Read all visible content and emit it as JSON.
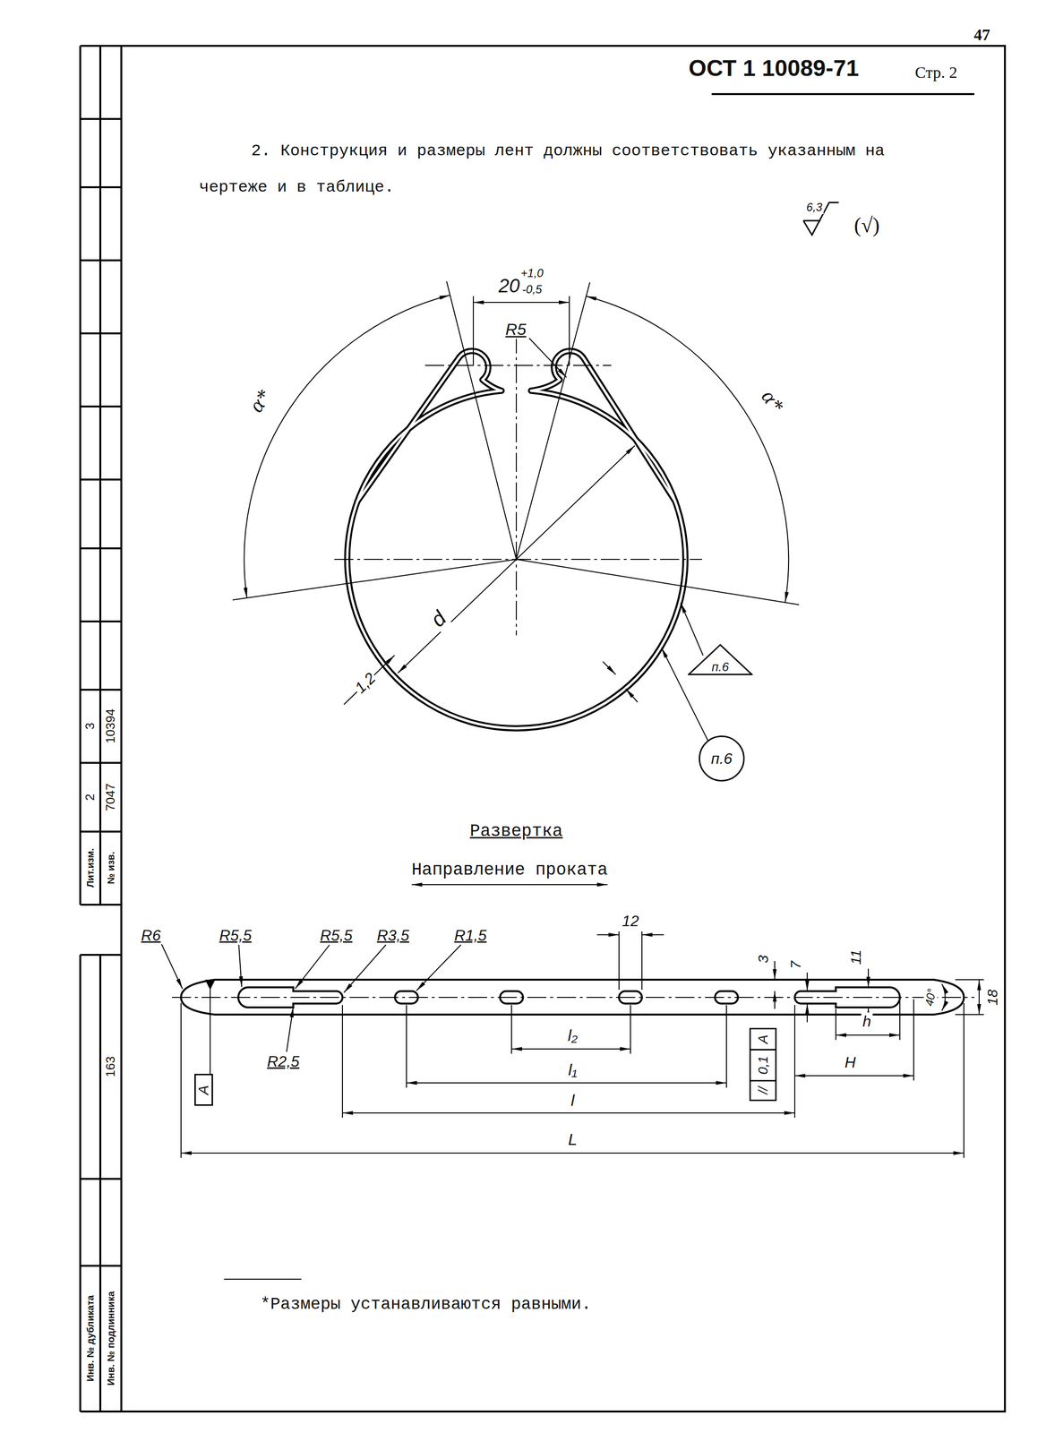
{
  "diagram": {
    "nodes": [
      {
        "text": [
          "п.6"
        ]
      },
      {
        "text": [
          "п.6"
        ]
      },
      {
        "text": [
          "A"
        ]
      },
      {
        "text": [
          "//",
          "0,1",
          "A"
        ]
      }
    ],
    "labels": [
      "47",
      "ОСТ 1 10089-71",
      "Стр. 2",
      "2. Конструкция и размеры лент должны соответствовать указанным на чертеже и в таблице.",
      "6,3",
      "(√)",
      "20",
      "+1,0",
      "-0,5",
      "R5",
      "α*",
      "α*",
      "d",
      "1,2",
      "Развертка",
      "Направление проката",
      "R6",
      "R5,5",
      "R5,5",
      "R3,5",
      "R1,5",
      "12",
      "3",
      "7",
      "11",
      "40°",
      "18",
      "R2,5",
      "l₂",
      "l₁",
      "l",
      "L",
      "h",
      "H",
      "*Размеры устанавливаются равными.",
      "Лит.изм.",
      "№ изв.",
      "2",
      "7047",
      "3",
      "10394",
      "163",
      "Инв. № дубликата",
      "Инв. № подлинника"
    ]
  }
}
